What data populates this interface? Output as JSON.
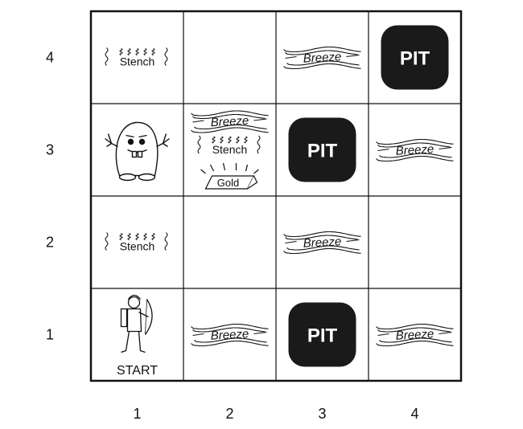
{
  "grid": {
    "rows": [
      {
        "row_label": "4",
        "cells": [
          {
            "items": [
              "Stench"
            ]
          },
          {
            "items": []
          },
          {
            "items": [
              "Breeze"
            ]
          },
          {
            "items": [
              "PIT"
            ]
          }
        ]
      },
      {
        "row_label": "3",
        "cells": [
          {
            "items": [
              "Wumpus"
            ]
          },
          {
            "items": [
              "Breeze",
              "Stench",
              "Gold"
            ]
          },
          {
            "items": [
              "PIT"
            ]
          },
          {
            "items": [
              "Breeze"
            ]
          }
        ]
      },
      {
        "row_label": "2",
        "cells": [
          {
            "items": [
              "Stench"
            ]
          },
          {
            "items": []
          },
          {
            "items": [
              "Breeze"
            ]
          },
          {
            "items": []
          }
        ]
      },
      {
        "row_label": "1",
        "cells": [
          {
            "items": [
              "Agent",
              "START"
            ]
          },
          {
            "items": [
              "Breeze"
            ]
          },
          {
            "items": [
              "PIT"
            ]
          },
          {
            "items": [
              "Breeze"
            ]
          }
        ]
      }
    ],
    "column_labels": [
      "1",
      "2",
      "3",
      "4"
    ]
  },
  "labels": {
    "stench": "Stench",
    "breeze": "Breeze",
    "pit": "PIT",
    "gold": "Gold",
    "start": "START"
  },
  "colors": {
    "grid_line": "#111111",
    "pit_fill": "#1a1a1a",
    "pit_text": "#ffffff",
    "ink": "#111111"
  }
}
